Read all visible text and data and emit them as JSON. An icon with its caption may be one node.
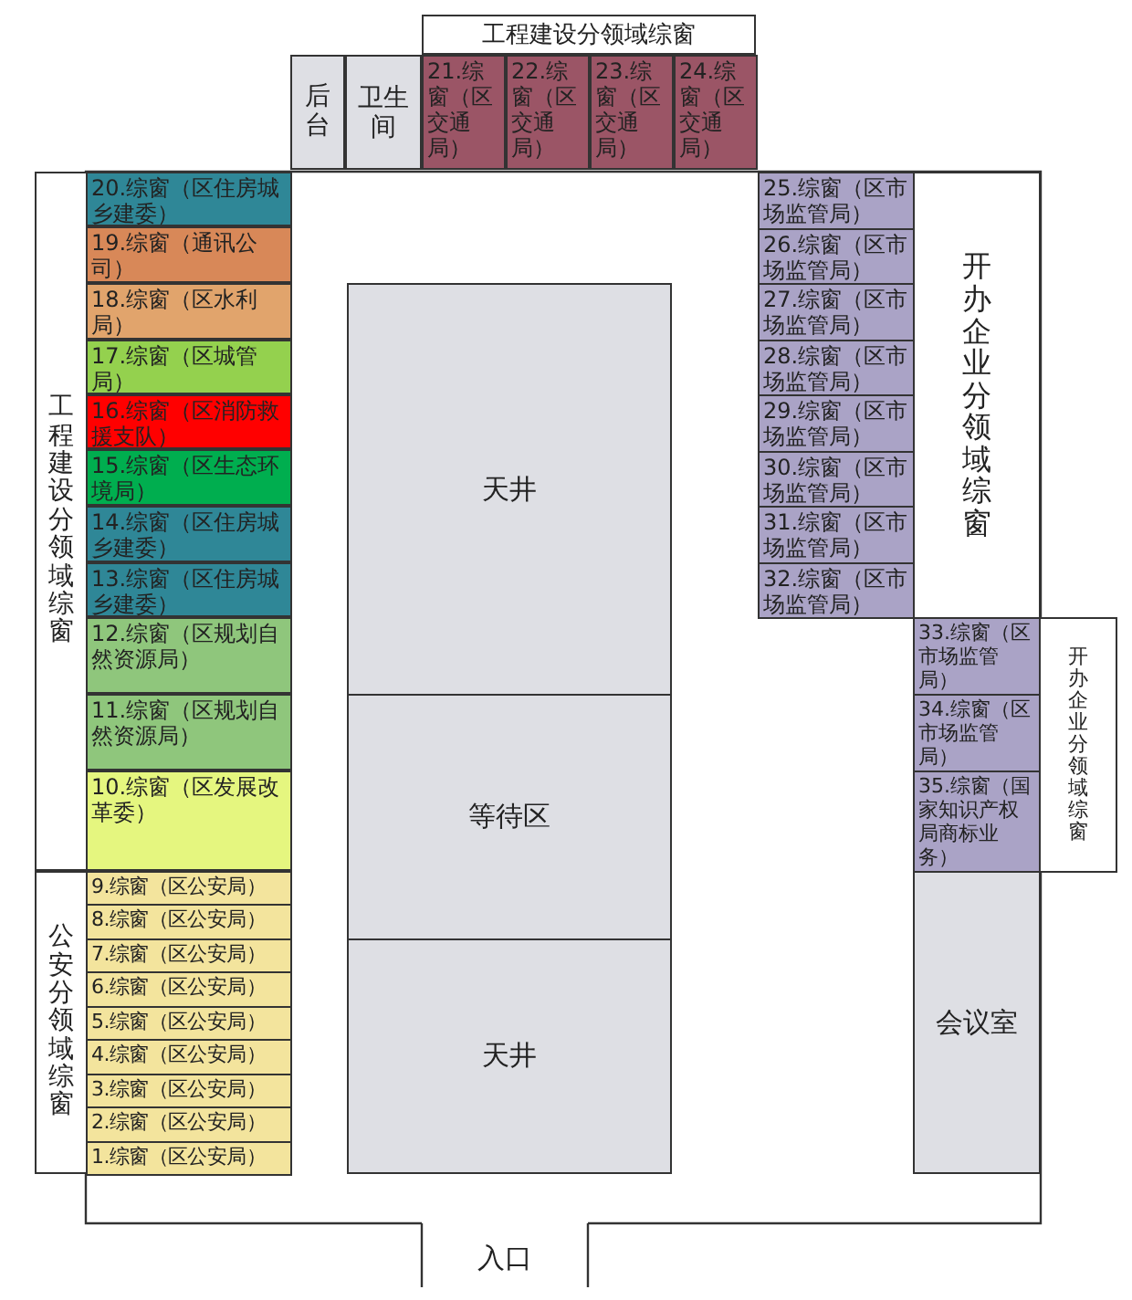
{
  "diagram": {
    "nodes": [
      {
        "text": [
          "工程建设分领域综窗"
        ]
      },
      {
        "text": [
          "后台"
        ]
      },
      {
        "text": [
          "卫生间"
        ]
      },
      {
        "text": [
          "21.综窗（区交通局）"
        ]
      },
      {
        "text": [
          "22.综窗（区交通局）"
        ]
      },
      {
        "text": [
          "23.综窗（区交通局）"
        ]
      },
      {
        "text": [
          "24.综窗（区交通局）"
        ]
      },
      {
        "text": [
          "工程建设分领域综窗"
        ]
      },
      {
        "text": [
          "20.综窗（区住房城乡建委）"
        ]
      },
      {
        "text": [
          "19.综窗（通讯公司）"
        ]
      },
      {
        "text": [
          "18.综窗（区水利局）"
        ]
      },
      {
        "text": [
          "17.综窗（区城管局）"
        ]
      },
      {
        "text": [
          "16.综窗（区消防救援支队）"
        ]
      },
      {
        "text": [
          "15.综窗（区生态环境局）"
        ]
      },
      {
        "text": [
          "14.综窗（区住房城乡建委）"
        ]
      },
      {
        "text": [
          "13.综窗（区住房城乡建委）"
        ]
      },
      {
        "text": [
          "12.综窗（区规划自然资源局）"
        ]
      },
      {
        "text": [
          "11.综窗（区规划自然资源局）"
        ]
      },
      {
        "text": [
          "10.综窗（区发展改革委）"
        ]
      },
      {
        "text": [
          "公安分领域综窗"
        ]
      },
      {
        "text": [
          "9.综窗（区公安局）"
        ]
      },
      {
        "text": [
          "8.综窗（区公安局）"
        ]
      },
      {
        "text": [
          "7.综窗（区公安局）"
        ]
      },
      {
        "text": [
          "6.综窗（区公安局）"
        ]
      },
      {
        "text": [
          "5.综窗（区公安局）"
        ]
      },
      {
        "text": [
          "4.综窗（区公安局）"
        ]
      },
      {
        "text": [
          "3.综窗（区公安局）"
        ]
      },
      {
        "text": [
          "2.综窗（区公安局）"
        ]
      },
      {
        "text": [
          "1.综窗（区公安局）"
        ]
      },
      {
        "text": [
          "天井"
        ]
      },
      {
        "text": [
          "等待区"
        ]
      },
      {
        "text": [
          "天井"
        ]
      },
      {
        "text": [
          "25.综窗（区市场监管局）"
        ]
      },
      {
        "text": [
          "26.综窗（区市场监管局）"
        ]
      },
      {
        "text": [
          "27.综窗（区市场监管局）"
        ]
      },
      {
        "text": [
          "28.综窗（区市场监管局）"
        ]
      },
      {
        "text": [
          "29.综窗（区市场监管局）"
        ]
      },
      {
        "text": [
          "30.综窗（区市场监管局）"
        ]
      },
      {
        "text": [
          "31.综窗（区市场监管局）"
        ]
      },
      {
        "text": [
          "32.综窗（区市场监管局）"
        ]
      },
      {
        "text": [
          "开办企业分领域综窗"
        ]
      },
      {
        "text": [
          "33.综窗（区市场监管局）"
        ]
      },
      {
        "text": [
          "34.综窗（区市场监管局）"
        ]
      },
      {
        "text": [
          "35.综窗（国家知识产权局商标业务）"
        ]
      },
      {
        "text": [
          "开办企业分领域综窗"
        ]
      },
      {
        "text": [
          "会议室"
        ]
      }
    ],
    "labels": [
      "入口"
    ]
  }
}
